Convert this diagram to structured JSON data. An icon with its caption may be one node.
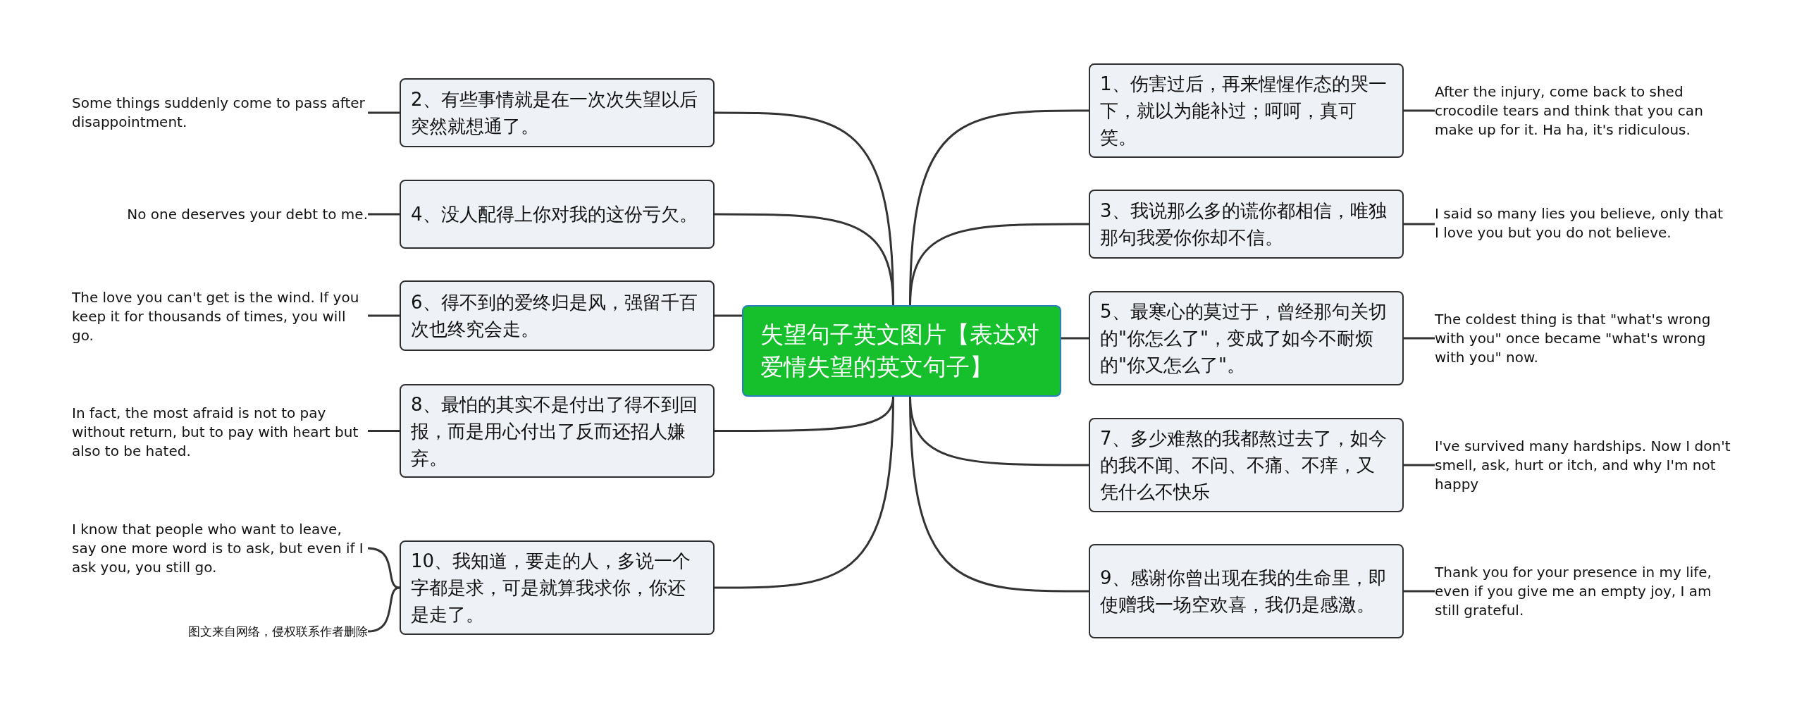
{
  "diagram": {
    "nodes": [
      {
        "text": [
          "失望句子英文图片【表达对爱情失望的英文句子】"
        ]
      },
      {
        "text": [
          "1、伤害过后，再来惺惺作态的哭一下，就以为能补过；呵呵，真可笑。"
        ]
      },
      {
        "text": [
          "2、有些事情就是在一次次失望以后突然就想通了。"
        ]
      },
      {
        "text": [
          "3、我说那么多的谎你都相信，唯独那句我爱你你却不信。"
        ]
      },
      {
        "text": [
          "4、没人配得上你对我的这份亏欠。"
        ]
      },
      {
        "text": [
          "5、最寒心的莫过于，曾经那句关切的\"你怎么了\"，变成了如今不耐烦的\"你又怎么了\"。"
        ]
      },
      {
        "text": [
          "6、得不到的爱终归是风，强留千百次也终究会走。"
        ]
      },
      {
        "text": [
          "7、多少难熬的我都熬过去了，如今的我不闻、不问、不痛、不痒，又凭什么不快乐"
        ]
      },
      {
        "text": [
          "8、最怕的其实不是付出了得不到回报，而是用心付出了反而还招人嫌弃。"
        ]
      },
      {
        "text": [
          "9、感谢你曾出现在我的生命里，即使赠我一场空欢喜，我仍是感激。"
        ]
      },
      {
        "text": [
          "10、我知道，要走的人，多说一个字都是求，可是就算我求你，你还是走了。"
        ]
      },
      {
        "text": [
          "After the injury, come back to shed crocodile tears and think that you can make up for it. Ha ha, it's ridiculous."
        ]
      },
      {
        "text": [
          "Some things suddenly come to pass after disappointment."
        ]
      },
      {
        "text": [
          "I said so many lies you believe, only that I love you but you do not believe."
        ]
      },
      {
        "text": [
          "No one deserves your debt to me."
        ]
      },
      {
        "text": [
          "The coldest thing is that \"what's wrong with you\" once became \"what's wrong with you\" now."
        ]
      },
      {
        "text": [
          "The love you can't get is the wind. If you keep it for thousands of times, you will go."
        ]
      },
      {
        "text": [
          "I've survived many hardships. Now I don't smell, ask, hurt or itch, and why I'm not happy"
        ]
      },
      {
        "text": [
          "In fact, the most afraid is not to pay without return, but to pay with heart but also to be hated."
        ]
      },
      {
        "text": [
          "Thank you for your presence in my life, even if you give me an empty joy, I am still grateful."
        ]
      },
      {
        "text": [
          "I know that people who want to leave, say one more word is to ask, but even if I ask you, you still go."
        ]
      },
      {
        "text": [
          "图文来自网络，侵权联系作者删除"
        ]
      }
    ],
    "edges": [
      {
        "from": 0,
        "to": 1,
        "arrow": "none"
      },
      {
        "from": 0,
        "to": 2,
        "arrow": "none"
      },
      {
        "from": 0,
        "to": 3,
        "arrow": "none"
      },
      {
        "from": 0,
        "to": 4,
        "arrow": "none"
      },
      {
        "from": 0,
        "to": 5,
        "arrow": "none"
      },
      {
        "from": 0,
        "to": 6,
        "arrow": "none"
      },
      {
        "from": 0,
        "to": 7,
        "arrow": "none"
      },
      {
        "from": 0,
        "to": 8,
        "arrow": "none"
      },
      {
        "from": 0,
        "to": 9,
        "arrow": "none"
      },
      {
        "from": 0,
        "to": 10,
        "arrow": "none"
      },
      {
        "from": 1,
        "to": 11,
        "arrow": "none"
      },
      {
        "from": 2,
        "to": 12,
        "arrow": "none"
      },
      {
        "from": 3,
        "to": 13,
        "arrow": "none"
      },
      {
        "from": 4,
        "to": 14,
        "arrow": "none"
      },
      {
        "from": 5,
        "to": 15,
        "arrow": "none"
      },
      {
        "from": 6,
        "to": 16,
        "arrow": "none"
      },
      {
        "from": 7,
        "to": 17,
        "arrow": "none"
      },
      {
        "from": 8,
        "to": 18,
        "arrow": "none"
      },
      {
        "from": 9,
        "to": 19,
        "arrow": "none"
      },
      {
        "from": 10,
        "to": 20,
        "arrow": "none"
      },
      {
        "from": 10,
        "to": 21,
        "arrow": "none"
      }
    ]
  }
}
